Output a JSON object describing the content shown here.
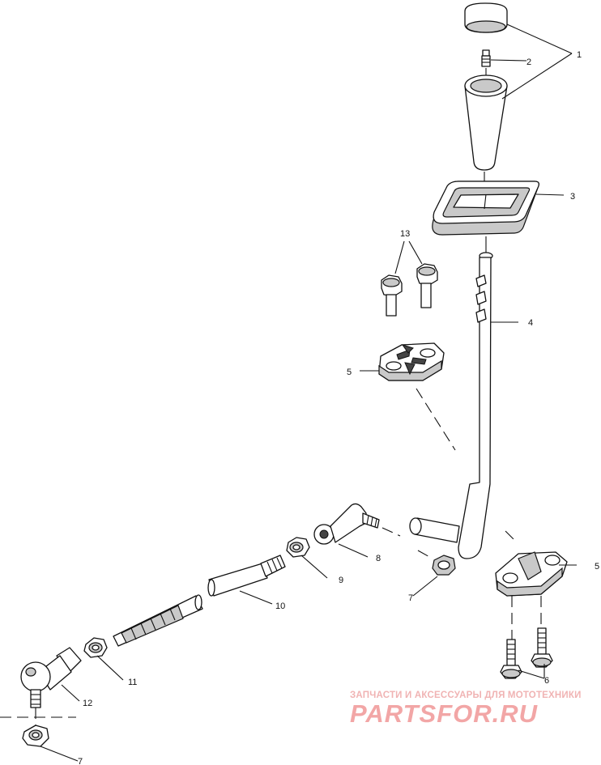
{
  "callouts": {
    "c1": "1",
    "c2": "2",
    "c3": "3",
    "c4": "4",
    "c5a": "5",
    "c5b": "5",
    "c6": "6",
    "c7a": "7",
    "c7b": "7",
    "c8": "8",
    "c9": "9",
    "c10": "10",
    "c11": "11",
    "c12": "12",
    "c13": "13"
  },
  "watermark": {
    "subtitle": "ЗАПЧАСТИ И АКСЕССУАРЫ ДЛЯ МОТОТЕХНИКИ",
    "brand": "PARTSFOR.RU",
    "color": "#f2a6a6"
  }
}
